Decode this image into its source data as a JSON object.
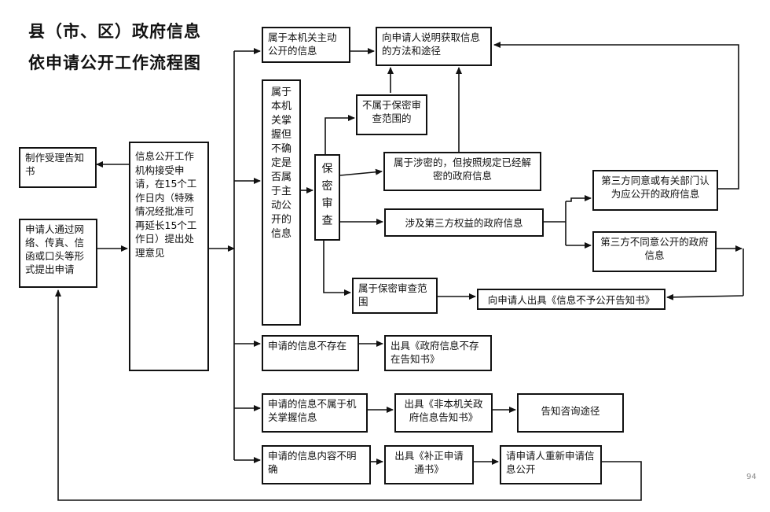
{
  "title": {
    "line1": "县（市、区）政府信息",
    "line2": "依申请公开工作流程图"
  },
  "boxes": {
    "notice": "制作受理告知书",
    "apply": "申请人通过网络、传真、信函或口头等形式提出申请",
    "process": "信息公开工作机构接受申请，在15个工作日内（特殊情况经批准可再延长15个工作日）提出处理意见",
    "active": "属于本机关主动公开的信息",
    "explain": "向申请人说明获取信息的方法和途径",
    "uncertain": "属于本机关掌握但不确定是否属于主动公开的信息",
    "secrecy": "保密审查",
    "not_secret": "不属于保密审查范围的",
    "declassified": "属于涉密的，但按照规定已经解密的政府信息",
    "third_party": "涉及第三方权益的政府信息",
    "tp_agree": "第三方同意或有关部门认为应公开的政府信息",
    "tp_disagree": "第三方不同意公开的政府信息",
    "secret_scope": "属于保密审查范围",
    "no_disclose": "向申请人出具《信息不予公开告知书》",
    "not_exist": "申请的信息不存在",
    "not_exist_notice": "出具《政府信息不存在告知书》",
    "not_held": "申请的信息不属于机关掌握信息",
    "not_held_notice": "出具《非本机关政府信息告知书》",
    "consult": "告知咨询途径",
    "unclear": "申请的信息内容不明确",
    "supplement": "出具《补正申请通书》",
    "reapply": "请申请人重新申请信息公开"
  },
  "page_number": "94",
  "colors": {
    "line": "#111111",
    "background": "#ffffff"
  }
}
